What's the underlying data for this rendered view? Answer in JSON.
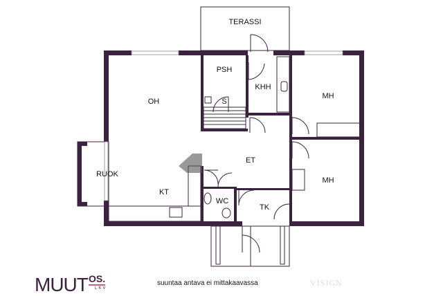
{
  "rooms": {
    "terrace": "TERASSI",
    "sauna_wash": "PSH",
    "sauna": "S",
    "utility": "KHH",
    "bedroom1": "MH",
    "bedroom2": "MH",
    "living": "OH",
    "hall": "ET",
    "dining": "RUOK",
    "kitchen": "KT",
    "toilet": "WC",
    "storage": "TK"
  },
  "footer": {
    "logo_main": "MUUT",
    "logo_os": "OS.",
    "logo_lkv": "LKV",
    "note": "suuntaa antava ei mittakaavassa",
    "watermark": "VISIGN"
  },
  "colors": {
    "wall": "#3b2340",
    "accent": "#c4628f"
  }
}
